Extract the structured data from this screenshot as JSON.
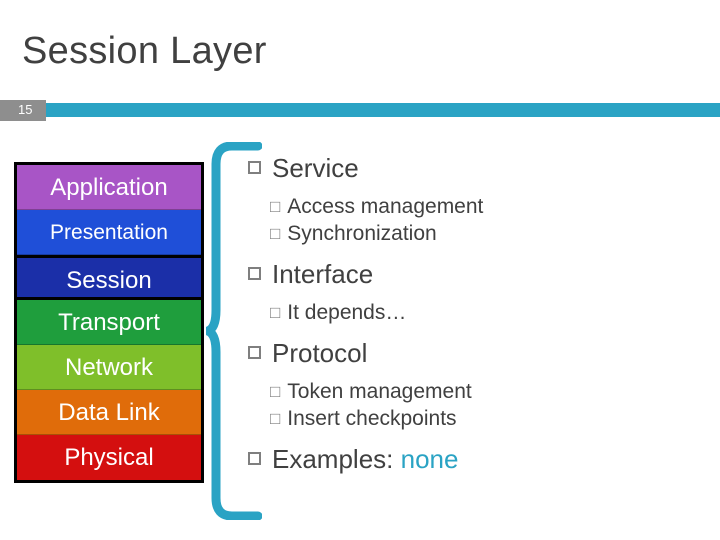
{
  "slide": {
    "title": "Session Layer",
    "number": "15",
    "accent_color": "#2aa3c4"
  },
  "stack": {
    "layers": [
      {
        "label": "Application",
        "color": "#a855c6",
        "size": "normal"
      },
      {
        "label": "Presentation",
        "color": "#1f4fd8",
        "size": "small"
      },
      {
        "label": "Session",
        "color": "#1b2fa8",
        "size": "normal"
      },
      {
        "label": "Transport",
        "color": "#1f9e3d",
        "size": "normal"
      },
      {
        "label": "Network",
        "color": "#7fbf2a",
        "size": "normal"
      },
      {
        "label": "Data Link",
        "color": "#e06c0a",
        "size": "normal"
      },
      {
        "label": "Physical",
        "color": "#d40f0f",
        "size": "normal"
      }
    ]
  },
  "content": {
    "items": [
      {
        "title": "Service",
        "subs": [
          "Access management",
          "Synchronization"
        ]
      },
      {
        "title": "Interface",
        "subs": [
          "It depends…"
        ]
      },
      {
        "title": "Protocol",
        "subs": [
          "Token management",
          "Insert checkpoints"
        ]
      }
    ],
    "examples_label": "Examples:",
    "examples_value": "none"
  }
}
